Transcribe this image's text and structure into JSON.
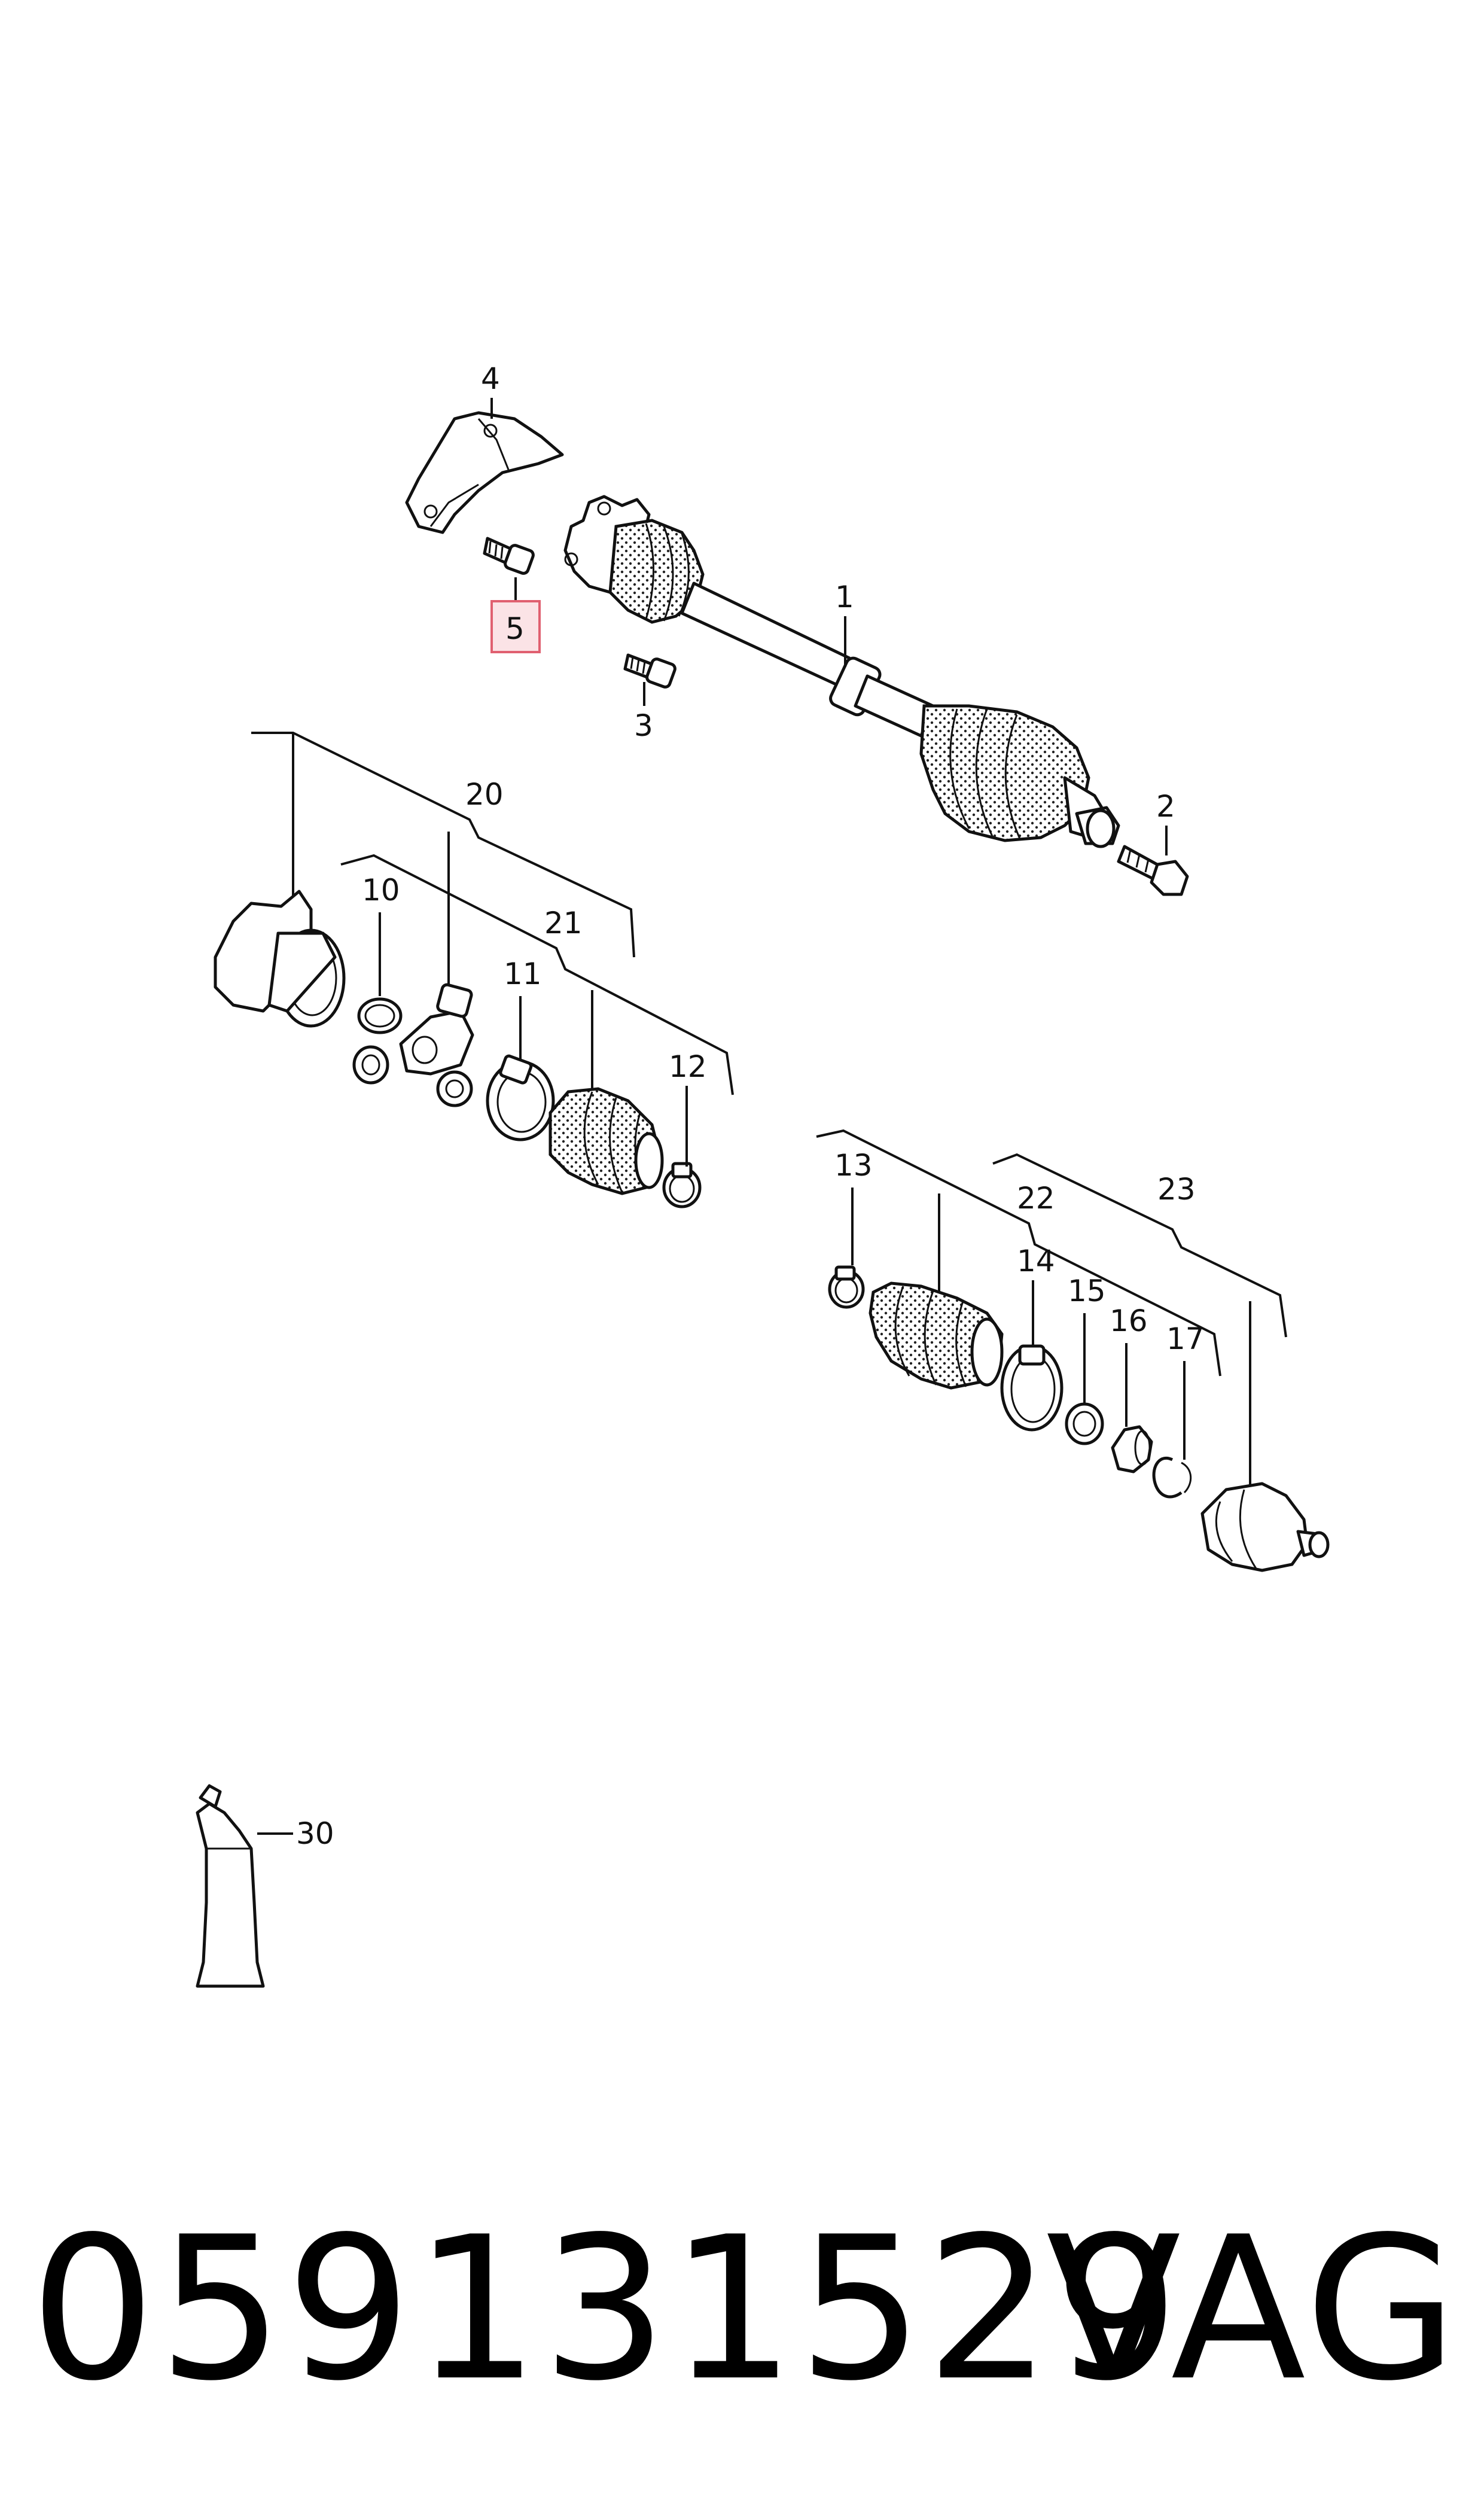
{
  "labels": {
    "l1": "1",
    "l2": "2",
    "l3": "3",
    "l4": "4",
    "l5": "5",
    "l10": "10",
    "l11": "11",
    "l12": "12",
    "l13": "13",
    "l14": "14",
    "l15": "15",
    "l16": "16",
    "l17": "17",
    "l20": "20",
    "l21": "21",
    "l22": "22",
    "l23": "23",
    "l30": "30"
  },
  "highlight_color": "#e06070",
  "footer": {
    "part_number": "059131529",
    "brand": "VAG"
  }
}
